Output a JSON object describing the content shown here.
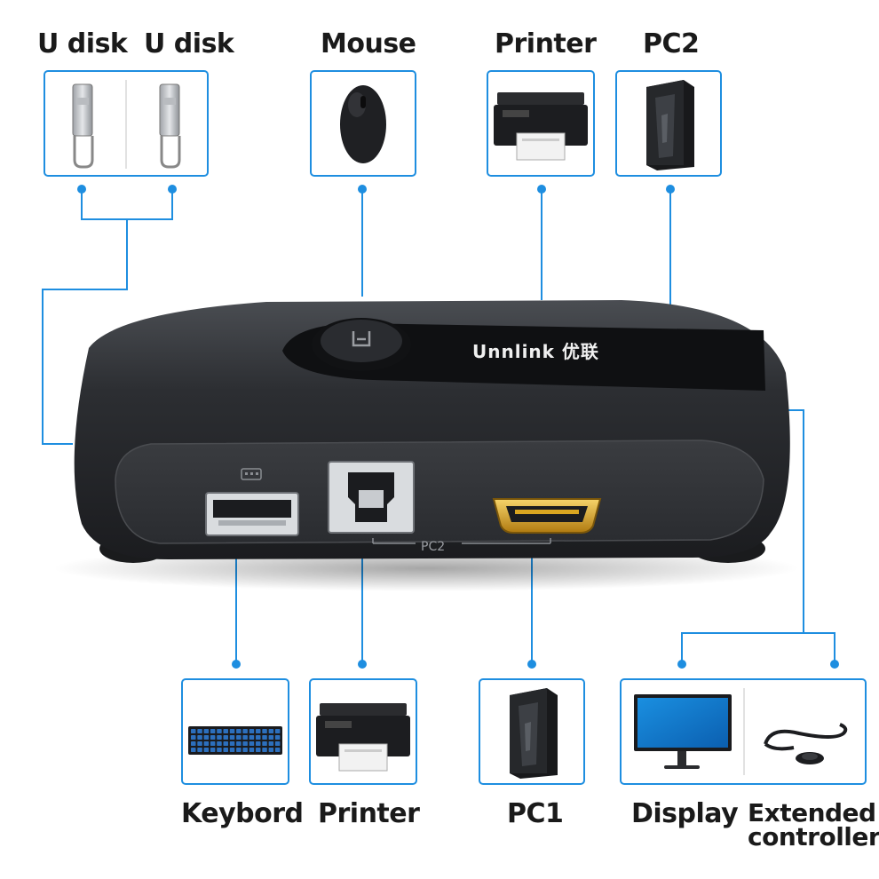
{
  "labels": {
    "u_disk_1": "U disk",
    "u_disk_2": "U disk",
    "mouse": "Mouse",
    "printer_top": "Printer",
    "pc2": "PC2",
    "keyboard": "Keybord",
    "printer_bottom": "Printer",
    "pc1": "PC1",
    "display": "Display",
    "extended_controller_1": "Extended",
    "extended_controller_2": "controller"
  },
  "device": {
    "brand": "Unnlink 优联",
    "port_label": "PC2"
  },
  "colors": {
    "connector_blue": "#1e8ee0",
    "device_body": "#2b2d31",
    "device_dark": "#16181b",
    "hdmi_gold": "#d9a520"
  }
}
